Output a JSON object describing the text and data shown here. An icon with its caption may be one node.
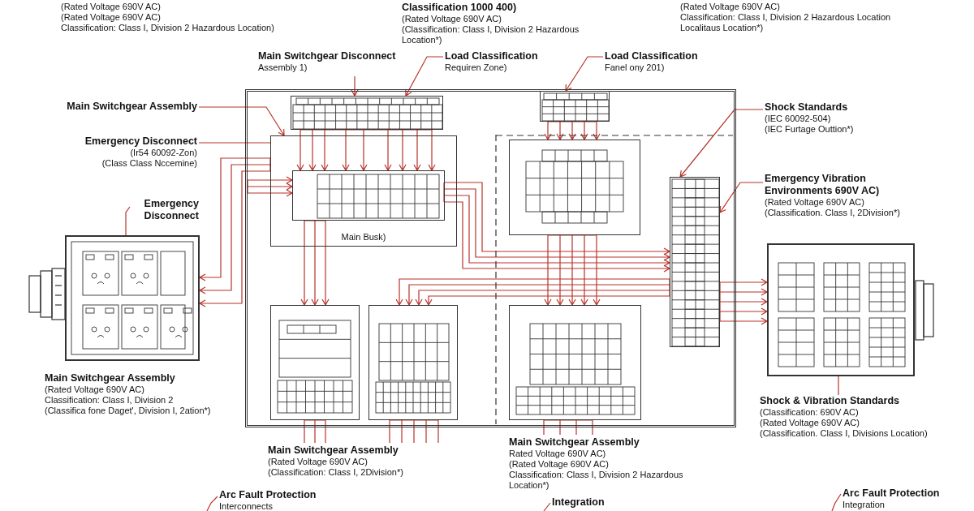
{
  "diagram": {
    "nodes": [
      {
        "text": [],
        "shape": "box"
      },
      {
        "text": [],
        "shape": "box",
        "in": 0
      },
      {
        "text": [],
        "shape": "box",
        "in": 0
      },
      {
        "text": [
          "Main Busk)"
        ],
        "in": 0
      },
      {
        "text": [],
        "shape": "box",
        "in": 3
      },
      {
        "text": [],
        "shape": "box",
        "in": 0
      },
      {
        "text": [],
        "shape": "box",
        "in": 0
      },
      {
        "text": [],
        "shape": "box",
        "in": 0
      },
      {
        "text": [],
        "shape": "box",
        "in": 0
      },
      {
        "text": [],
        "shape": "box",
        "in": 0
      },
      {
        "text": [],
        "shape": "box"
      },
      {
        "text": [],
        "shape": "box"
      },
      {
        "text": [
          "Main Switchgear Disconnect",
          "Assembly 1)"
        ]
      },
      {
        "text": [
          "Load Classification",
          "Requiren Zone)"
        ]
      },
      {
        "text": [
          "Load Classification",
          "Fanel ony 201)"
        ]
      },
      {
        "text": [
          "Main Switchgear Assembly"
        ]
      },
      {
        "text": [
          "Emergency Disconnect",
          "(Ir54 60092-Zon)",
          "(Class Class Nccemine)"
        ]
      },
      {
        "text": [
          "Emergency Disconnect"
        ]
      },
      {
        "text": [
          "Shock Standards",
          "(IEC 60092-504)",
          "(IEC Furtage Outtion*)"
        ]
      },
      {
        "text": [
          "Emergency Vibration Environments 690V AC)",
          "(Rated Voltage 690V AC)",
          "(Classification. Class I, 2Division*)"
        ]
      },
      {
        "text": [
          "Shock & Vibration Standards",
          "(Classification: 690V AC)",
          "(Rated Voltage 690V AC)",
          "(Classification. Class I, Divisions Location)"
        ]
      },
      {
        "text": [
          "Main Switchgear Assembly",
          "(Rated Voltage 690V AC)",
          "(Classification: Class I, 2Division*)"
        ]
      },
      {
        "text": [
          "Main Switchgear Assembly",
          "Rated Voltage 690V AC)",
          "(Rated Voltage 690V AC)",
          "Classification: Class I, Division 2 Hazardous Location*)"
        ]
      },
      {
        "text": [
          "Arc Fault Protection",
          "Interconnects"
        ]
      },
      {
        "text": [
          "Integration"
        ]
      },
      {
        "text": [
          "Arc Fault Protection",
          "Integration"
        ]
      }
    ],
    "edges": [
      {
        "from": 13,
        "to": 1,
        "arrow": "to"
      },
      {
        "from": 14,
        "to": 2,
        "arrow": "to"
      },
      {
        "from": 15,
        "to": 3,
        "arrow": "to"
      },
      {
        "from": 16,
        "to": 3,
        "arrow": "none"
      },
      {
        "from": 17,
        "to": 10,
        "arrow": "none"
      },
      {
        "from": 18,
        "to": 6,
        "arrow": "to"
      },
      {
        "from": 19,
        "to": 6,
        "arrow": "to"
      },
      {
        "from": 20,
        "to": 11,
        "arrow": "none"
      },
      {
        "from": 23,
        "to": null,
        "arrow": "none"
      },
      {
        "from": 24,
        "to": null,
        "arrow": "none"
      },
      {
        "from": 25,
        "to": null,
        "arrow": "none"
      },
      {
        "from": 12,
        "to": 1,
        "arrow": "to"
      },
      {
        "from": 1,
        "to": 4,
        "arrow": "to"
      },
      {
        "from": 3,
        "to": 10,
        "arrow": "to"
      },
      {
        "from": 0,
        "to": 4,
        "arrow": "to"
      },
      {
        "from": 4,
        "to": 7,
        "arrow": "to"
      },
      {
        "from": 6,
        "to": 8,
        "arrow": "to"
      },
      {
        "from": 2,
        "to": 5,
        "arrow": "to"
      },
      {
        "from": 5,
        "to": 9,
        "arrow": "to"
      },
      {
        "from": 4,
        "to": 6,
        "arrow": "to"
      },
      {
        "from": 6,
        "to": 11,
        "arrow": "to"
      },
      {
        "from": 7,
        "to": 21,
        "arrow": "none"
      },
      {
        "from": 8,
        "to": 21,
        "arrow": "none"
      },
      {
        "from": 9,
        "to": 22,
        "arrow": "none"
      }
    ],
    "labels": [
      "(Rated Voltage 690V AC)",
      "(Rated Voltage 690V AC)",
      "Classification: Class I, Division 2 Hazardous Location)",
      "Classification 1000 400)",
      "(Rated Voltage 690V AC)",
      "(Classification: Class I, Division 2 Hazardous Location*)",
      "(Rated Voltage 690V AC)",
      "Classification: Class I, Division 2 Hazardous Location",
      "Localitaus Location*)",
      "Main Switchgear Assembly",
      "(Rated Voltage 690V AC)",
      "Classification: Class I, Division 2",
      "(Classifica fone Daget', Division I, 2ation*)"
    ]
  }
}
